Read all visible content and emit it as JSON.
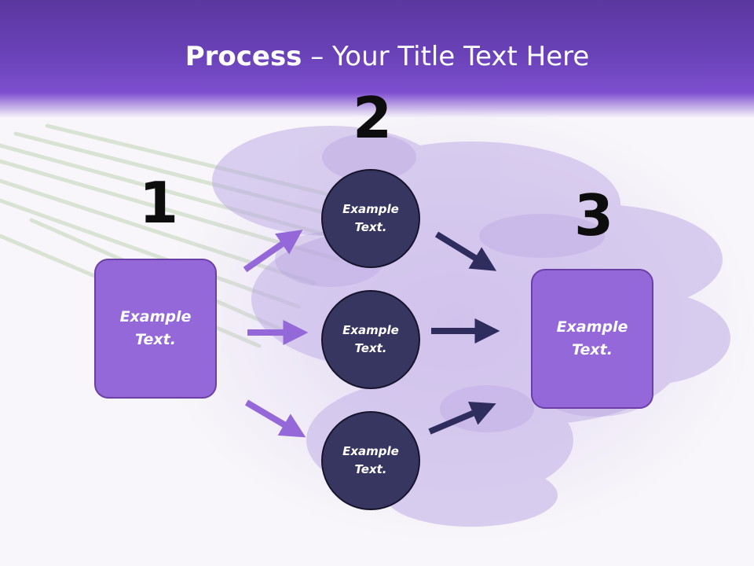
{
  "header": {
    "title_bold": "Process",
    "title_rest": " – Your Title Text Here"
  },
  "diagram": {
    "steps": [
      {
        "number": "1",
        "items": [
          "Example Text."
        ]
      },
      {
        "number": "2",
        "items": [
          "Example Text.",
          "Example Text.",
          "Example Text."
        ]
      },
      {
        "number": "3",
        "items": [
          "Example Text."
        ]
      }
    ]
  },
  "colors": {
    "header": "#6a42b8",
    "box_fill": "#9468d8",
    "box_border": "#6c3fa6",
    "circle_fill": "#373661",
    "arrow_left": "#9468d8",
    "arrow_right": "#2f2d5e"
  }
}
